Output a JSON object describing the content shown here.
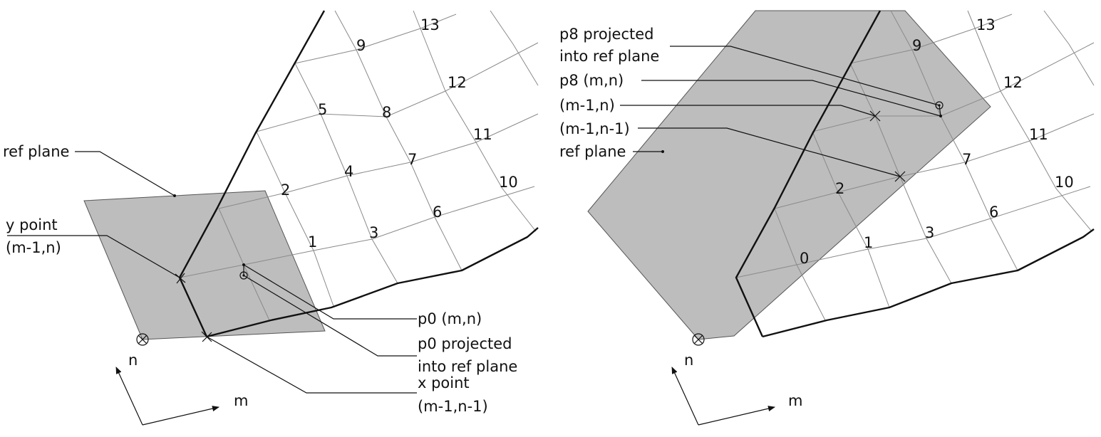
{
  "left_panel": {
    "grid_numbers": [
      "1",
      "2",
      "3",
      "4",
      "5",
      "6",
      "7",
      "8",
      "9",
      "10",
      "11",
      "12",
      "13"
    ],
    "labels": {
      "ref_plane": "ref plane",
      "y_point_line1": "y point",
      "y_point_line2": "(m-1,n)",
      "p0": "p0 (m,n)",
      "p0_projected_line1": "p0 projected",
      "p0_projected_line2": "into ref plane",
      "x_point_line1": "x point",
      "x_point_line2": "(m-1,n-1)"
    },
    "axes": {
      "n": "n",
      "m": "m"
    }
  },
  "right_panel": {
    "grid_numbers": [
      "0",
      "1",
      "2",
      "3",
      "6",
      "7",
      "9",
      "10",
      "11",
      "12",
      "13"
    ],
    "labels": {
      "p8_projected_line1": "p8 projected",
      "p8_projected_line2": "into ref plane",
      "p8": "p8 (m,n)",
      "m1_n": "(m-1,n)",
      "m1_n1": "(m-1,n-1)",
      "ref_plane": "ref plane"
    },
    "axes": {
      "n": "n",
      "m": "m"
    }
  },
  "colors": {
    "plane_fill": "#bdbdbd",
    "grid_line": "#8a8a8a",
    "edge_line": "#111111"
  }
}
